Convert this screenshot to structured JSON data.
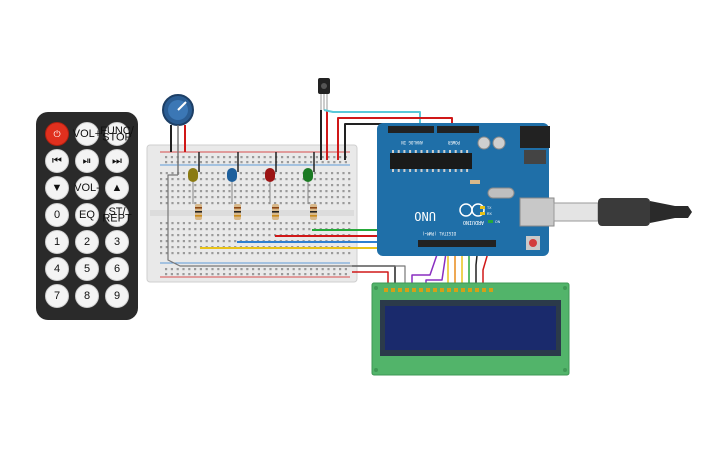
{
  "remote": {
    "buttons": [
      {
        "label": "⏻",
        "name": "power-button",
        "style": "red"
      },
      {
        "label": "VOL+",
        "name": "vol-up-button",
        "style": "white-sm"
      },
      {
        "label": "FUNC/\nSTOP",
        "name": "func-stop-button",
        "style": "white-sm"
      },
      {
        "label": "⏮",
        "name": "prev-button",
        "style": "white"
      },
      {
        "label": "⏯",
        "name": "play-pause-button",
        "style": "white"
      },
      {
        "label": "⏭",
        "name": "next-button",
        "style": "white"
      },
      {
        "label": "▼",
        "name": "down-button",
        "style": "white"
      },
      {
        "label": "VOL-",
        "name": "vol-down-button",
        "style": "white-sm"
      },
      {
        "label": "▲",
        "name": "up-button",
        "style": "white"
      },
      {
        "label": "0",
        "name": "digit-0-button",
        "style": "white"
      },
      {
        "label": "EQ",
        "name": "eq-button",
        "style": "white-sm"
      },
      {
        "label": "ST/\nREPT",
        "name": "st-rept-button",
        "style": "white-sm"
      },
      {
        "label": "1",
        "name": "digit-1-button",
        "style": "white"
      },
      {
        "label": "2",
        "name": "digit-2-button",
        "style": "white"
      },
      {
        "label": "3",
        "name": "digit-3-button",
        "style": "white"
      },
      {
        "label": "4",
        "name": "digit-4-button",
        "style": "white"
      },
      {
        "label": "5",
        "name": "digit-5-button",
        "style": "white"
      },
      {
        "label": "6",
        "name": "digit-6-button",
        "style": "white"
      },
      {
        "label": "7",
        "name": "digit-7-button",
        "style": "white"
      },
      {
        "label": "8",
        "name": "digit-8-button",
        "style": "white"
      },
      {
        "label": "9",
        "name": "digit-9-button",
        "style": "white"
      }
    ]
  },
  "arduino": {
    "brand": "ARDUINO",
    "model": "UNO",
    "analog_label": "ANALOG IN",
    "power_label": "POWER",
    "digital_label": "DIGITAL (PWM~)",
    "on_label": "ON",
    "tx_label": "TX",
    "rx_label": "RX",
    "l_label": "L"
  },
  "leds": [
    {
      "color": "#8a7a12",
      "name": "yellow-led"
    },
    {
      "color": "#1d5f9c",
      "name": "blue-led"
    },
    {
      "color": "#9c1414",
      "name": "red-led"
    },
    {
      "color": "#1b7a23",
      "name": "green-led"
    }
  ],
  "colors": {
    "arduino_board": "#1f6fa8",
    "lcd_board": "#52b46a",
    "lcd_screen": "#1a2a6c",
    "remote_body": "#2a2a2a",
    "breadboard": "#e9e9e9",
    "wire_red": "#d01818",
    "wire_black": "#222222",
    "wire_blue": "#2f7fd0",
    "wire_yellow": "#e8c21a",
    "wire_green": "#26a83a",
    "wire_purple": "#8a2fc0",
    "wire_cyan": "#5ac8d8",
    "wire_orange": "#e88a1a"
  }
}
